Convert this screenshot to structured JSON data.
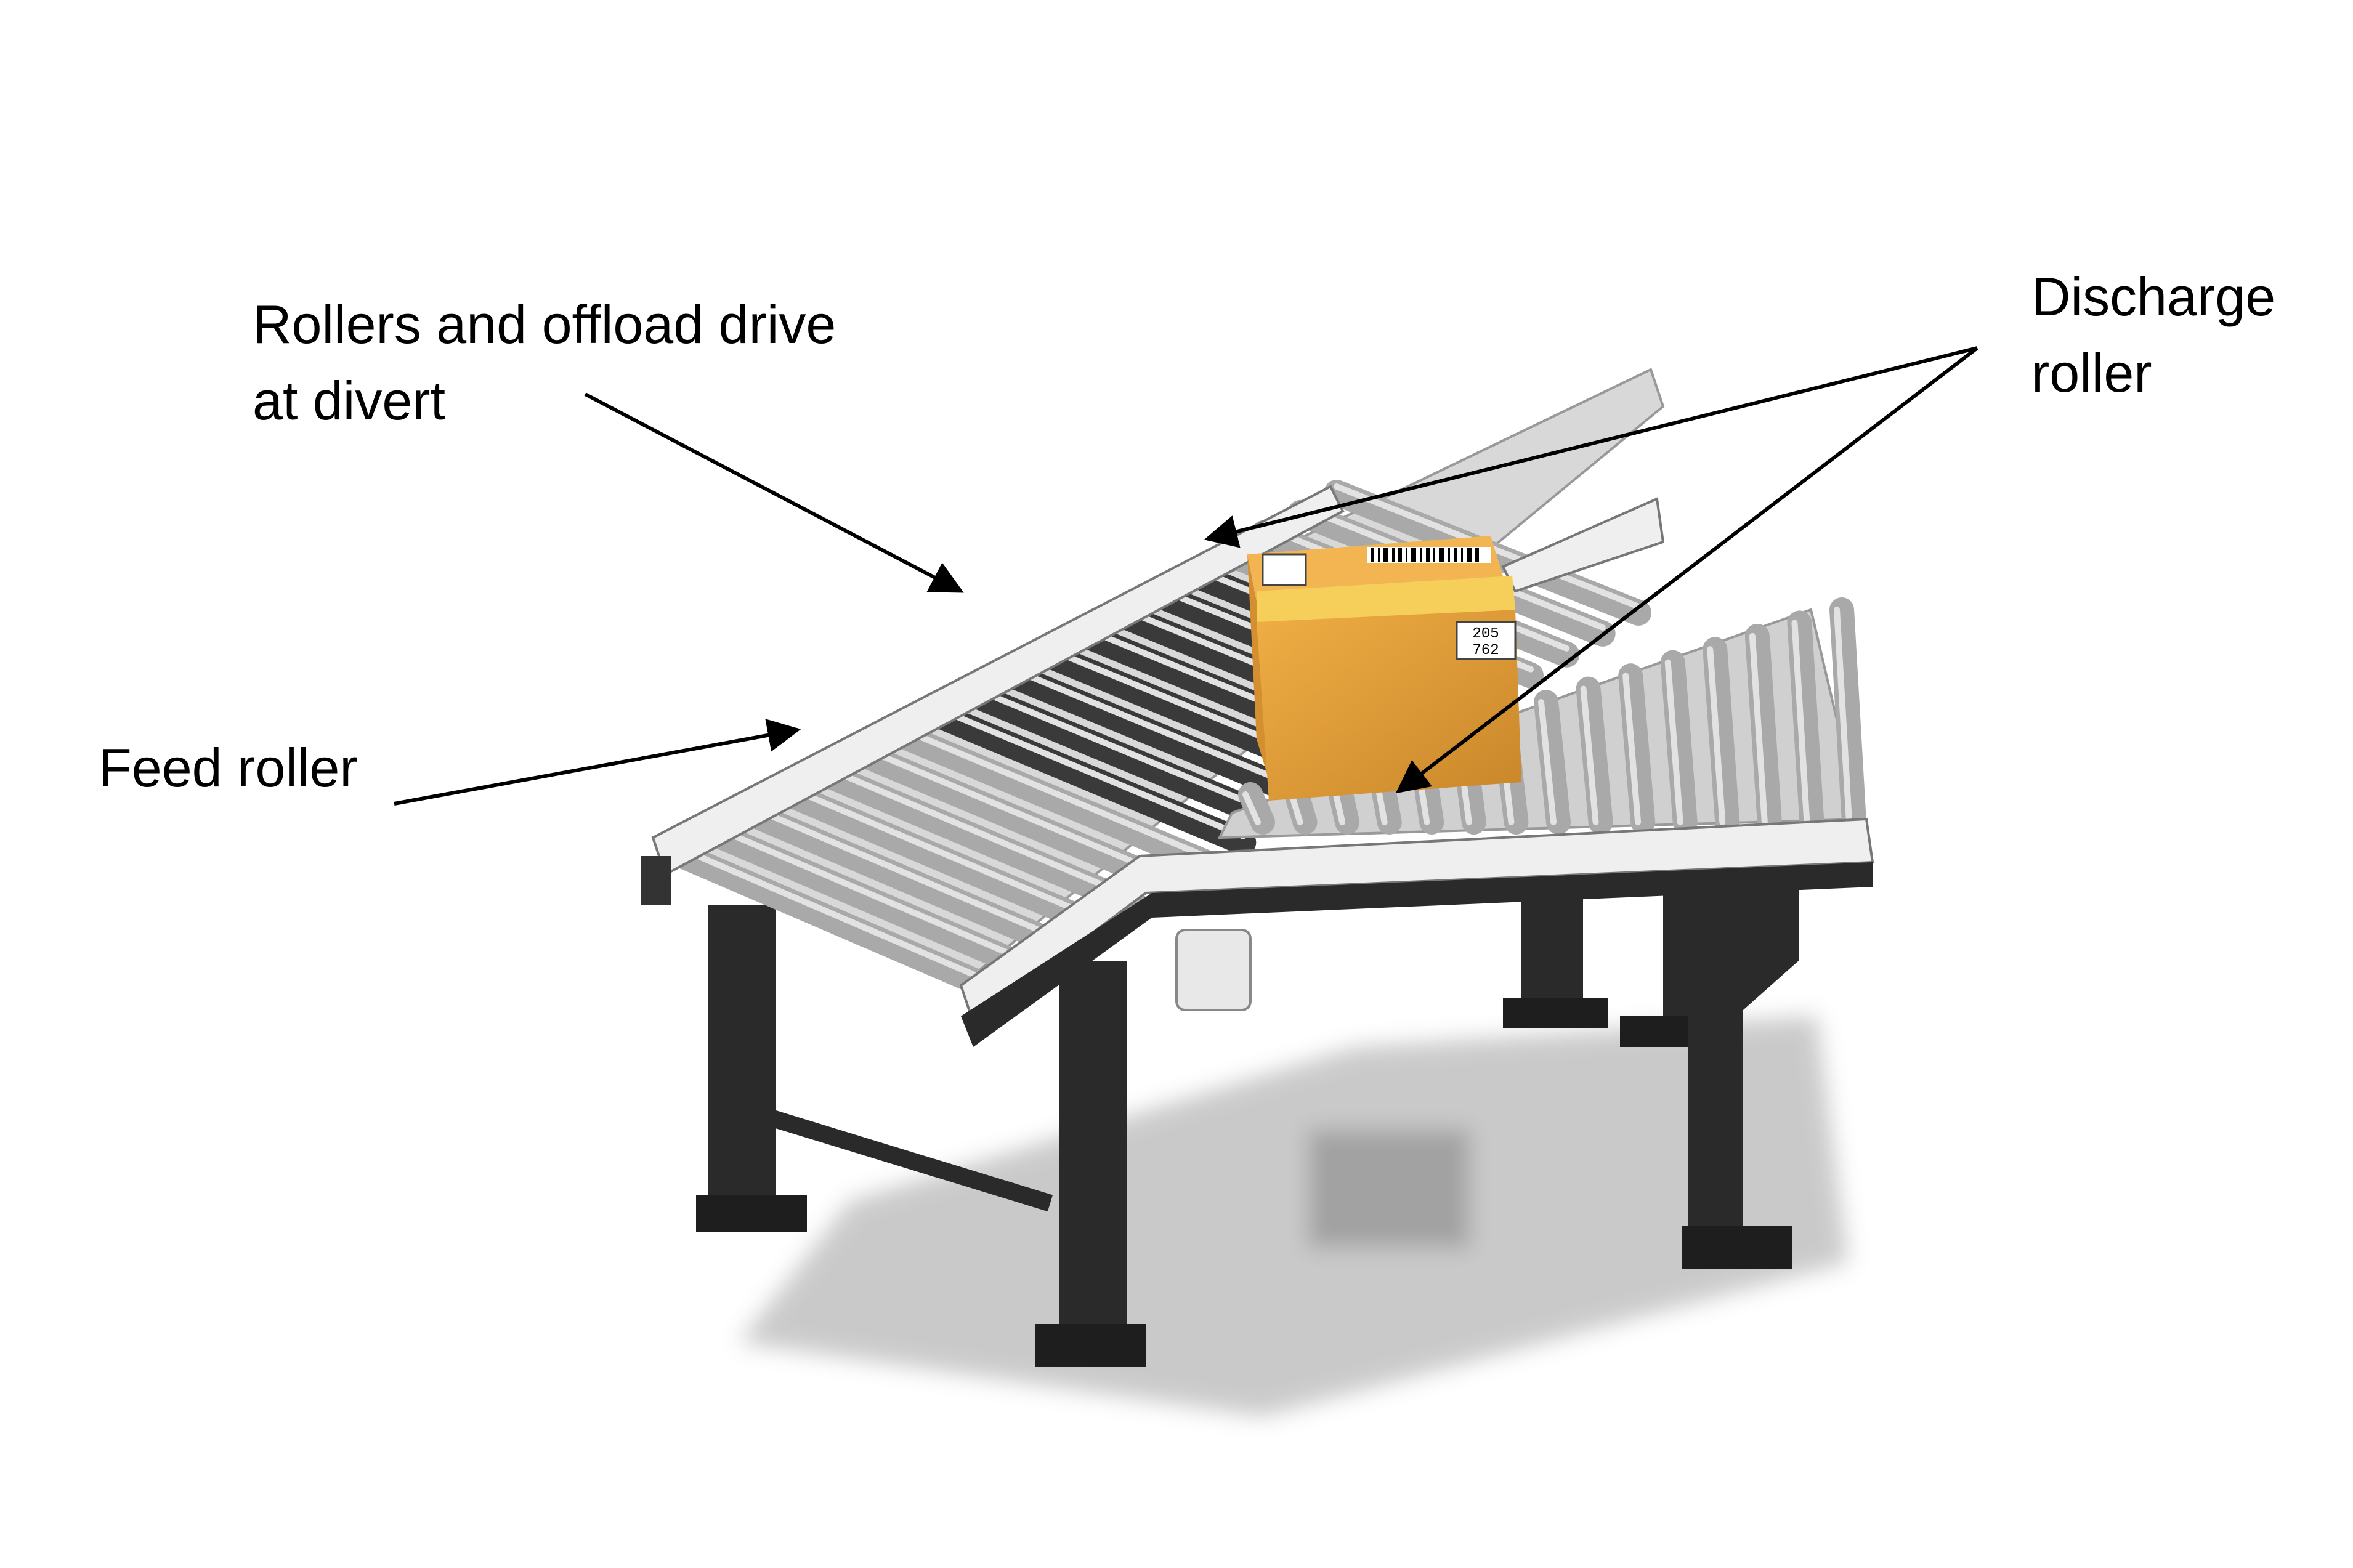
{
  "labels": {
    "rollers_offload": {
      "line1": "Rollers and offload drive",
      "line2": "at divert"
    },
    "discharge": {
      "line1": "Discharge",
      "line2": "roller"
    },
    "feed": {
      "line1": "Feed roller"
    }
  },
  "box": {
    "code1": "205",
    "code2": "762"
  },
  "colors": {
    "roller": "#a9a9a9",
    "roller_highlight": "#e2e2e2",
    "frame": "#2a2a2a",
    "rail": "#efefef",
    "box": "#e9a43a",
    "box_tape": "#f5cf5a",
    "arrow": "#000000",
    "drive_roller": "#333333"
  }
}
